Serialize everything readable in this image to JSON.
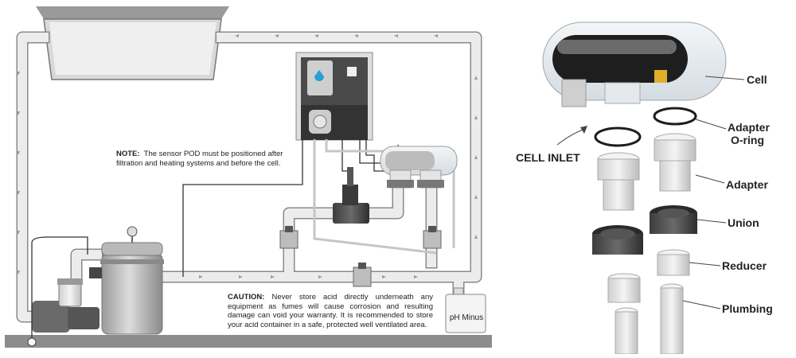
{
  "note": {
    "label": "NOTE:",
    "text": "The sensor POD must be positioned after filtration and heating systems and before the cell."
  },
  "caution": {
    "label": "CAUTION:",
    "text": "Never store acid directly underneath any equipment as fumes will cause corrosion and resulting damage can void your warranty. It is recommended to store your acid container in a safe, protected well ventilated area."
  },
  "ph_container": {
    "label": "pH Minus"
  },
  "parts": {
    "cell": "Cell",
    "cell_inlet": "CELL INLET",
    "adapter_oring_line1": "Adapter",
    "adapter_oring_line2": "O-ring",
    "adapter": "Adapter",
    "union": "Union",
    "reducer": "Reducer",
    "plumbing": "Plumbing"
  },
  "colors": {
    "pipe": "#ececec",
    "pipe_outline": "#8a8a8a",
    "ground": "#8c8c8c",
    "equipment": "#6e6e6e",
    "accent": "#2a9fd6"
  }
}
